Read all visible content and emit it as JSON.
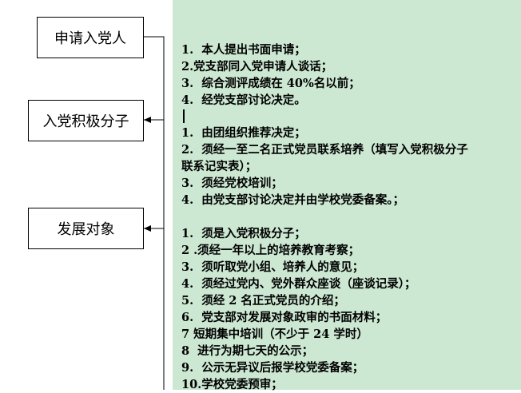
{
  "diagram": {
    "stages": [
      {
        "id": "applicant",
        "label": "申请入党人"
      },
      {
        "id": "activist",
        "label": "入党积极分子"
      },
      {
        "id": "candidate",
        "label": "发展对象"
      }
    ],
    "requirements": [
      {
        "stage": "applicant",
        "items": [
          "1.  本人提出书面申请；",
          "2.党支部同入党申请人谈话；",
          "3.  综合测评成绩在 40%名以前；",
          "4.  经党支部讨论决定。"
        ]
      },
      {
        "stage": "activist",
        "items": [
          "1.  由团组织推荐决定；",
          "2.  须经一至二名正式党员联系培养（填写入党积极分子联系记实表）；",
          "3.  须经党校培训；",
          "4.  由党支部讨论决定并由学校党委备案。；"
        ]
      },
      {
        "stage": "candidate",
        "items": [
          "1.  须是入党积极分子；",
          "2 .须经一年以上的培养教育考察；",
          "3.  须听取党小组、培养人的意见；",
          "4.  须经过党内、党外群众座谈（座谈记录）；",
          "5.  须经 2 名正式党员的介绍；",
          "6.  党支部对发展对象政审的书面材料；",
          "7 短期集中培训（不少于 24 学时）",
          "8  进行为期七天的公示；",
          "9.  公示无异议后报学校党委备案；",
          "10.学校党委预审；"
        ]
      }
    ]
  },
  "colors": {
    "right_panel_bg": "#cce8d2",
    "left_panel_bg": "#ffffff",
    "line": "#000000"
  }
}
